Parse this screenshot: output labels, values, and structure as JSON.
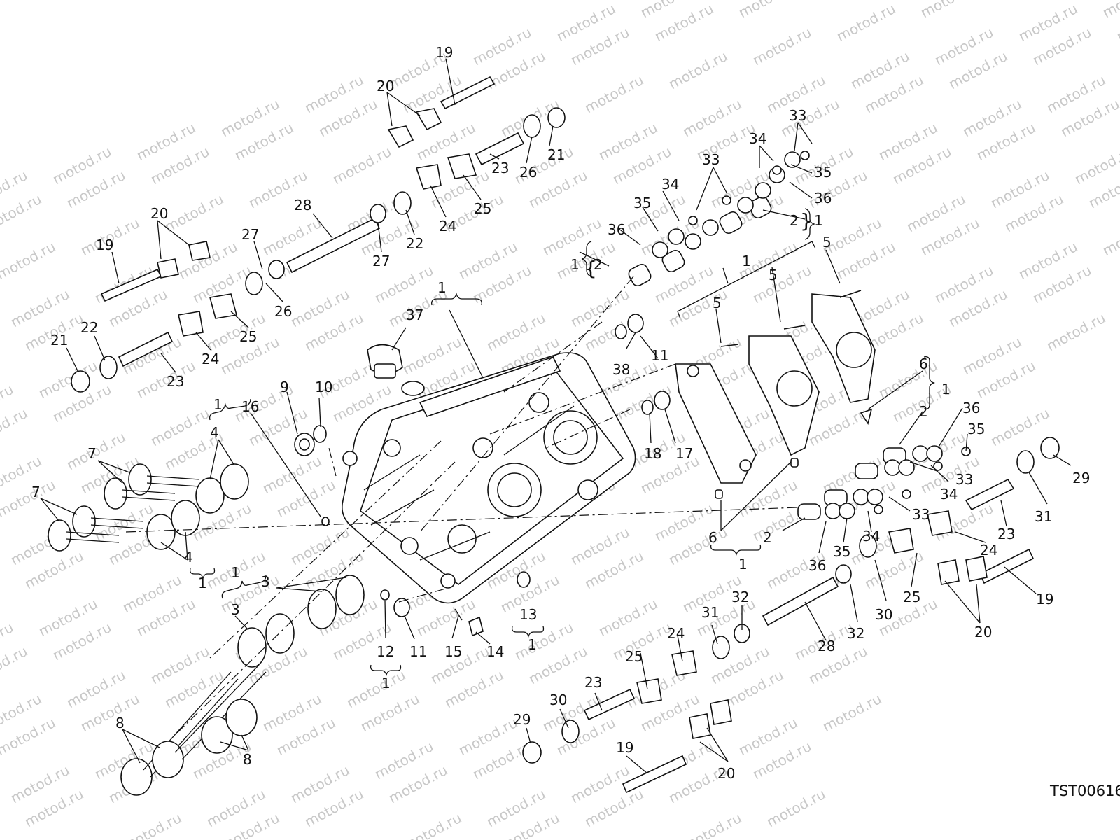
{
  "diagram": {
    "watermark": "motod.ru",
    "drawing_code": "TST00616",
    "callouts": [
      "1",
      "2",
      "3",
      "4",
      "5",
      "6",
      "7",
      "8",
      "9",
      "10",
      "11",
      "12",
      "13",
      "14",
      "15",
      "16",
      "17",
      "18",
      "19",
      "20",
      "21",
      "22",
      "23",
      "24",
      "25",
      "26",
      "27",
      "28",
      "29",
      "30",
      "31",
      "32",
      "33",
      "34",
      "35",
      "36",
      "37",
      "38"
    ]
  }
}
